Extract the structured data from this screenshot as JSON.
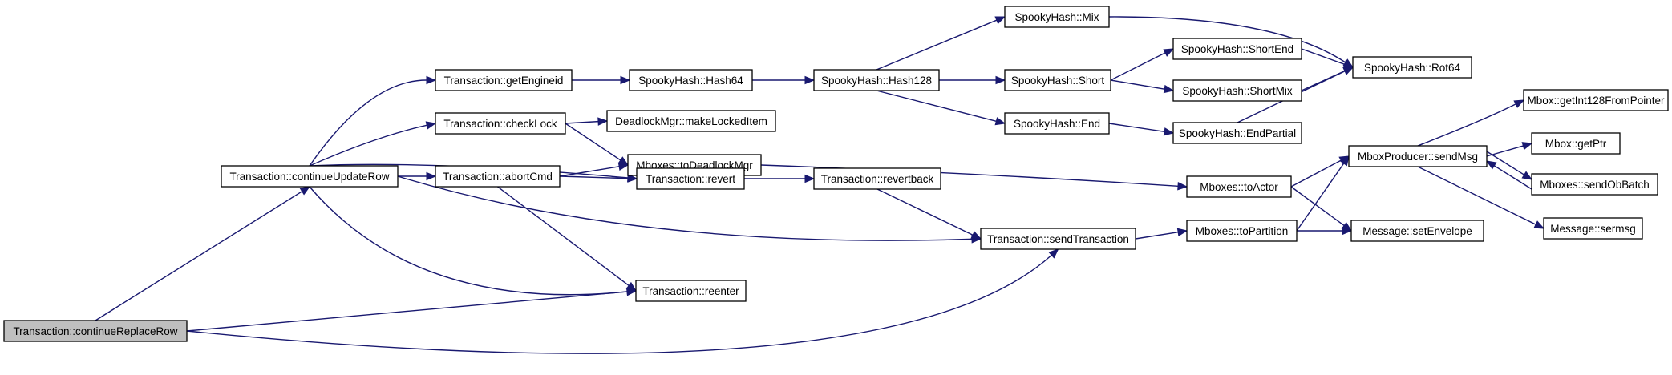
{
  "graph": {
    "edge_color": "#191970",
    "node_fill": "#ffffff",
    "root_fill": "#bfbfbf",
    "nodes": [
      {
        "id": "continueReplaceRow",
        "label": "Transaction::continueReplaceRow",
        "root": true
      },
      {
        "id": "continueUpdateRow",
        "label": "Transaction::continueUpdateRow"
      },
      {
        "id": "getEngineid",
        "label": "Transaction::getEngineid"
      },
      {
        "id": "checkLock",
        "label": "Transaction::checkLock"
      },
      {
        "id": "abortCmd",
        "label": "Transaction::abortCmd"
      },
      {
        "id": "hash64",
        "label": "SpookyHash::Hash64"
      },
      {
        "id": "makeLockedItem",
        "label": "DeadlockMgr::makeLockedItem"
      },
      {
        "id": "toDeadlockMgr",
        "label": "Mboxes::toDeadlockMgr"
      },
      {
        "id": "revert",
        "label": "Transaction::revert"
      },
      {
        "id": "reenter",
        "label": "Transaction::reenter"
      },
      {
        "id": "hash128",
        "label": "SpookyHash::Hash128"
      },
      {
        "id": "revertback",
        "label": "Transaction::revertback"
      },
      {
        "id": "sendTransaction",
        "label": "Transaction::sendTransaction"
      },
      {
        "id": "mix",
        "label": "SpookyHash::Mix"
      },
      {
        "id": "short",
        "label": "SpookyHash::Short"
      },
      {
        "id": "end",
        "label": "SpookyHash::End"
      },
      {
        "id": "shortEnd",
        "label": "SpookyHash::ShortEnd"
      },
      {
        "id": "shortMix",
        "label": "SpookyHash::ShortMix"
      },
      {
        "id": "endPartial",
        "label": "SpookyHash::EndPartial"
      },
      {
        "id": "toActor",
        "label": "Mboxes::toActor"
      },
      {
        "id": "toPartition",
        "label": "Mboxes::toPartition"
      },
      {
        "id": "rot64",
        "label": "SpookyHash::Rot64"
      },
      {
        "id": "sendMsg",
        "label": "MboxProducer::sendMsg"
      },
      {
        "id": "setEnvelope",
        "label": "Message::setEnvelope"
      },
      {
        "id": "getInt128",
        "label": "Mbox::getInt128FromPointer"
      },
      {
        "id": "getPtr",
        "label": "Mbox::getPtr"
      },
      {
        "id": "sendObBatch",
        "label": "Mboxes::sendObBatch"
      },
      {
        "id": "sermsg",
        "label": "Message::sermsg"
      }
    ],
    "edges": [
      {
        "from": "continueReplaceRow",
        "to": "continueUpdateRow"
      },
      {
        "from": "continueReplaceRow",
        "to": "reenter"
      },
      {
        "from": "continueReplaceRow",
        "to": "sendTransaction"
      },
      {
        "from": "continueUpdateRow",
        "to": "getEngineid"
      },
      {
        "from": "continueUpdateRow",
        "to": "checkLock"
      },
      {
        "from": "continueUpdateRow",
        "to": "revert"
      },
      {
        "from": "continueUpdateRow",
        "to": "abortCmd"
      },
      {
        "from": "continueUpdateRow",
        "to": "sendTransaction"
      },
      {
        "from": "continueUpdateRow",
        "to": "reenter"
      },
      {
        "from": "getEngineid",
        "to": "hash64"
      },
      {
        "from": "checkLock",
        "to": "makeLockedItem"
      },
      {
        "from": "checkLock",
        "to": "toDeadlockMgr"
      },
      {
        "from": "abortCmd",
        "to": "toDeadlockMgr"
      },
      {
        "from": "abortCmd",
        "to": "revert"
      },
      {
        "from": "abortCmd",
        "to": "reenter"
      },
      {
        "from": "hash64",
        "to": "hash128"
      },
      {
        "from": "hash128",
        "to": "mix"
      },
      {
        "from": "hash128",
        "to": "short"
      },
      {
        "from": "hash128",
        "to": "end"
      },
      {
        "from": "mix",
        "to": "rot64"
      },
      {
        "from": "short",
        "to": "shortEnd"
      },
      {
        "from": "short",
        "to": "shortMix"
      },
      {
        "from": "shortEnd",
        "to": "rot64"
      },
      {
        "from": "shortMix",
        "to": "rot64"
      },
      {
        "from": "end",
        "to": "endPartial"
      },
      {
        "from": "endPartial",
        "to": "rot64"
      },
      {
        "from": "toDeadlockMgr",
        "to": "toActor"
      },
      {
        "from": "revert",
        "to": "revertback"
      },
      {
        "from": "revertback",
        "to": "sendTransaction"
      },
      {
        "from": "sendTransaction",
        "to": "toPartition"
      },
      {
        "from": "toActor",
        "to": "sendMsg"
      },
      {
        "from": "toActor",
        "to": "setEnvelope"
      },
      {
        "from": "toPartition",
        "to": "sendMsg"
      },
      {
        "from": "toPartition",
        "to": "setEnvelope"
      },
      {
        "from": "sendMsg",
        "to": "getInt128"
      },
      {
        "from": "sendMsg",
        "to": "getPtr"
      },
      {
        "from": "sendMsg",
        "to": "sendObBatch"
      },
      {
        "from": "sendMsg",
        "to": "sermsg"
      },
      {
        "from": "sendObBatch",
        "to": "sendMsg"
      }
    ]
  }
}
